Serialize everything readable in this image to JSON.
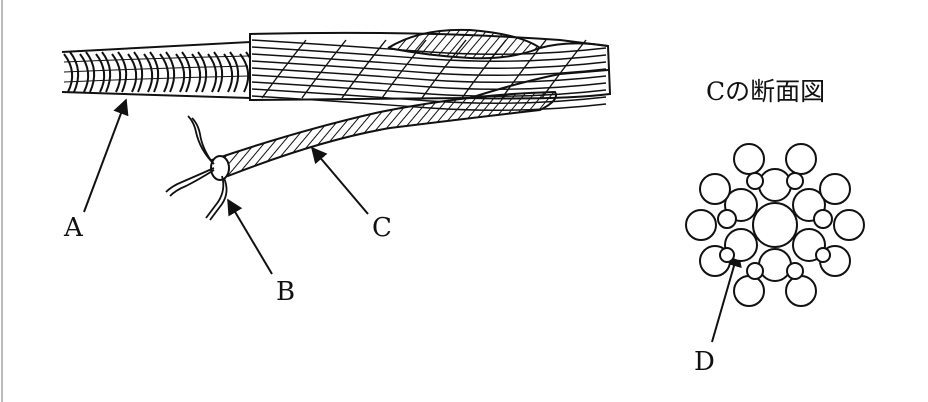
{
  "labels": {
    "a": "A",
    "b": "B",
    "c": "C",
    "d": "D",
    "section_title": "Cの断面図"
  },
  "colors": {
    "ink": "#111111",
    "background": "#ffffff"
  }
}
